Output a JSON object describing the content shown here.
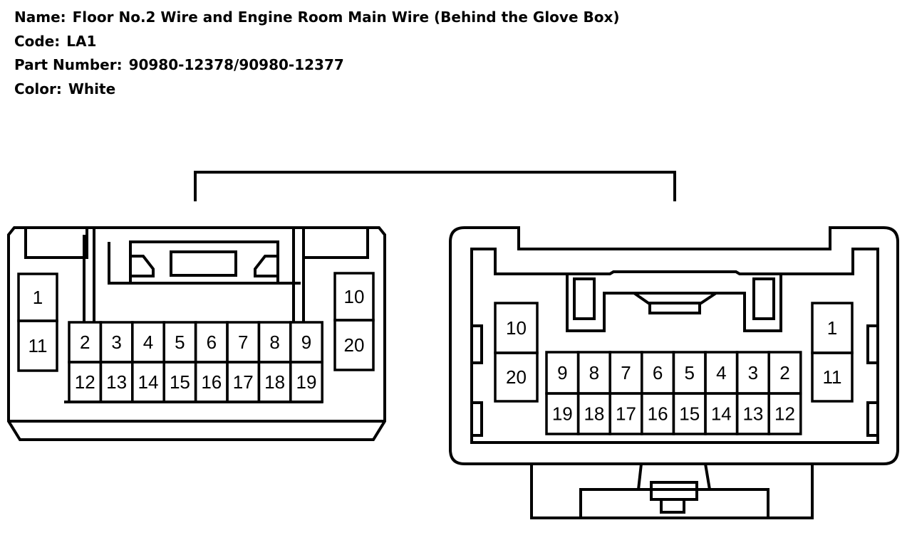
{
  "header": {
    "name_label": "Name:",
    "name_value": "Floor No.2 Wire and Engine Room Main Wire (Behind the Glove Box)",
    "code_label": "Code:",
    "code_value": "LA1",
    "part_label": "Part Number:",
    "part_value": "90980-12378/90980-12377",
    "color_label": "Color:",
    "color_value": "White"
  },
  "connectors": {
    "left": {
      "side_top": "1",
      "side_bottom": "11",
      "right_top": "10",
      "right_bottom": "20",
      "row_top": [
        "2",
        "3",
        "4",
        "5",
        "6",
        "7",
        "8",
        "9"
      ],
      "row_bottom": [
        "12",
        "13",
        "14",
        "15",
        "16",
        "17",
        "18",
        "19"
      ]
    },
    "right": {
      "left_top": "10",
      "left_bottom": "20",
      "side_top": "1",
      "side_bottom": "11",
      "row_top": [
        "9",
        "8",
        "7",
        "6",
        "5",
        "4",
        "3",
        "2"
      ],
      "row_bottom": [
        "19",
        "18",
        "17",
        "16",
        "15",
        "14",
        "13",
        "12"
      ]
    }
  }
}
